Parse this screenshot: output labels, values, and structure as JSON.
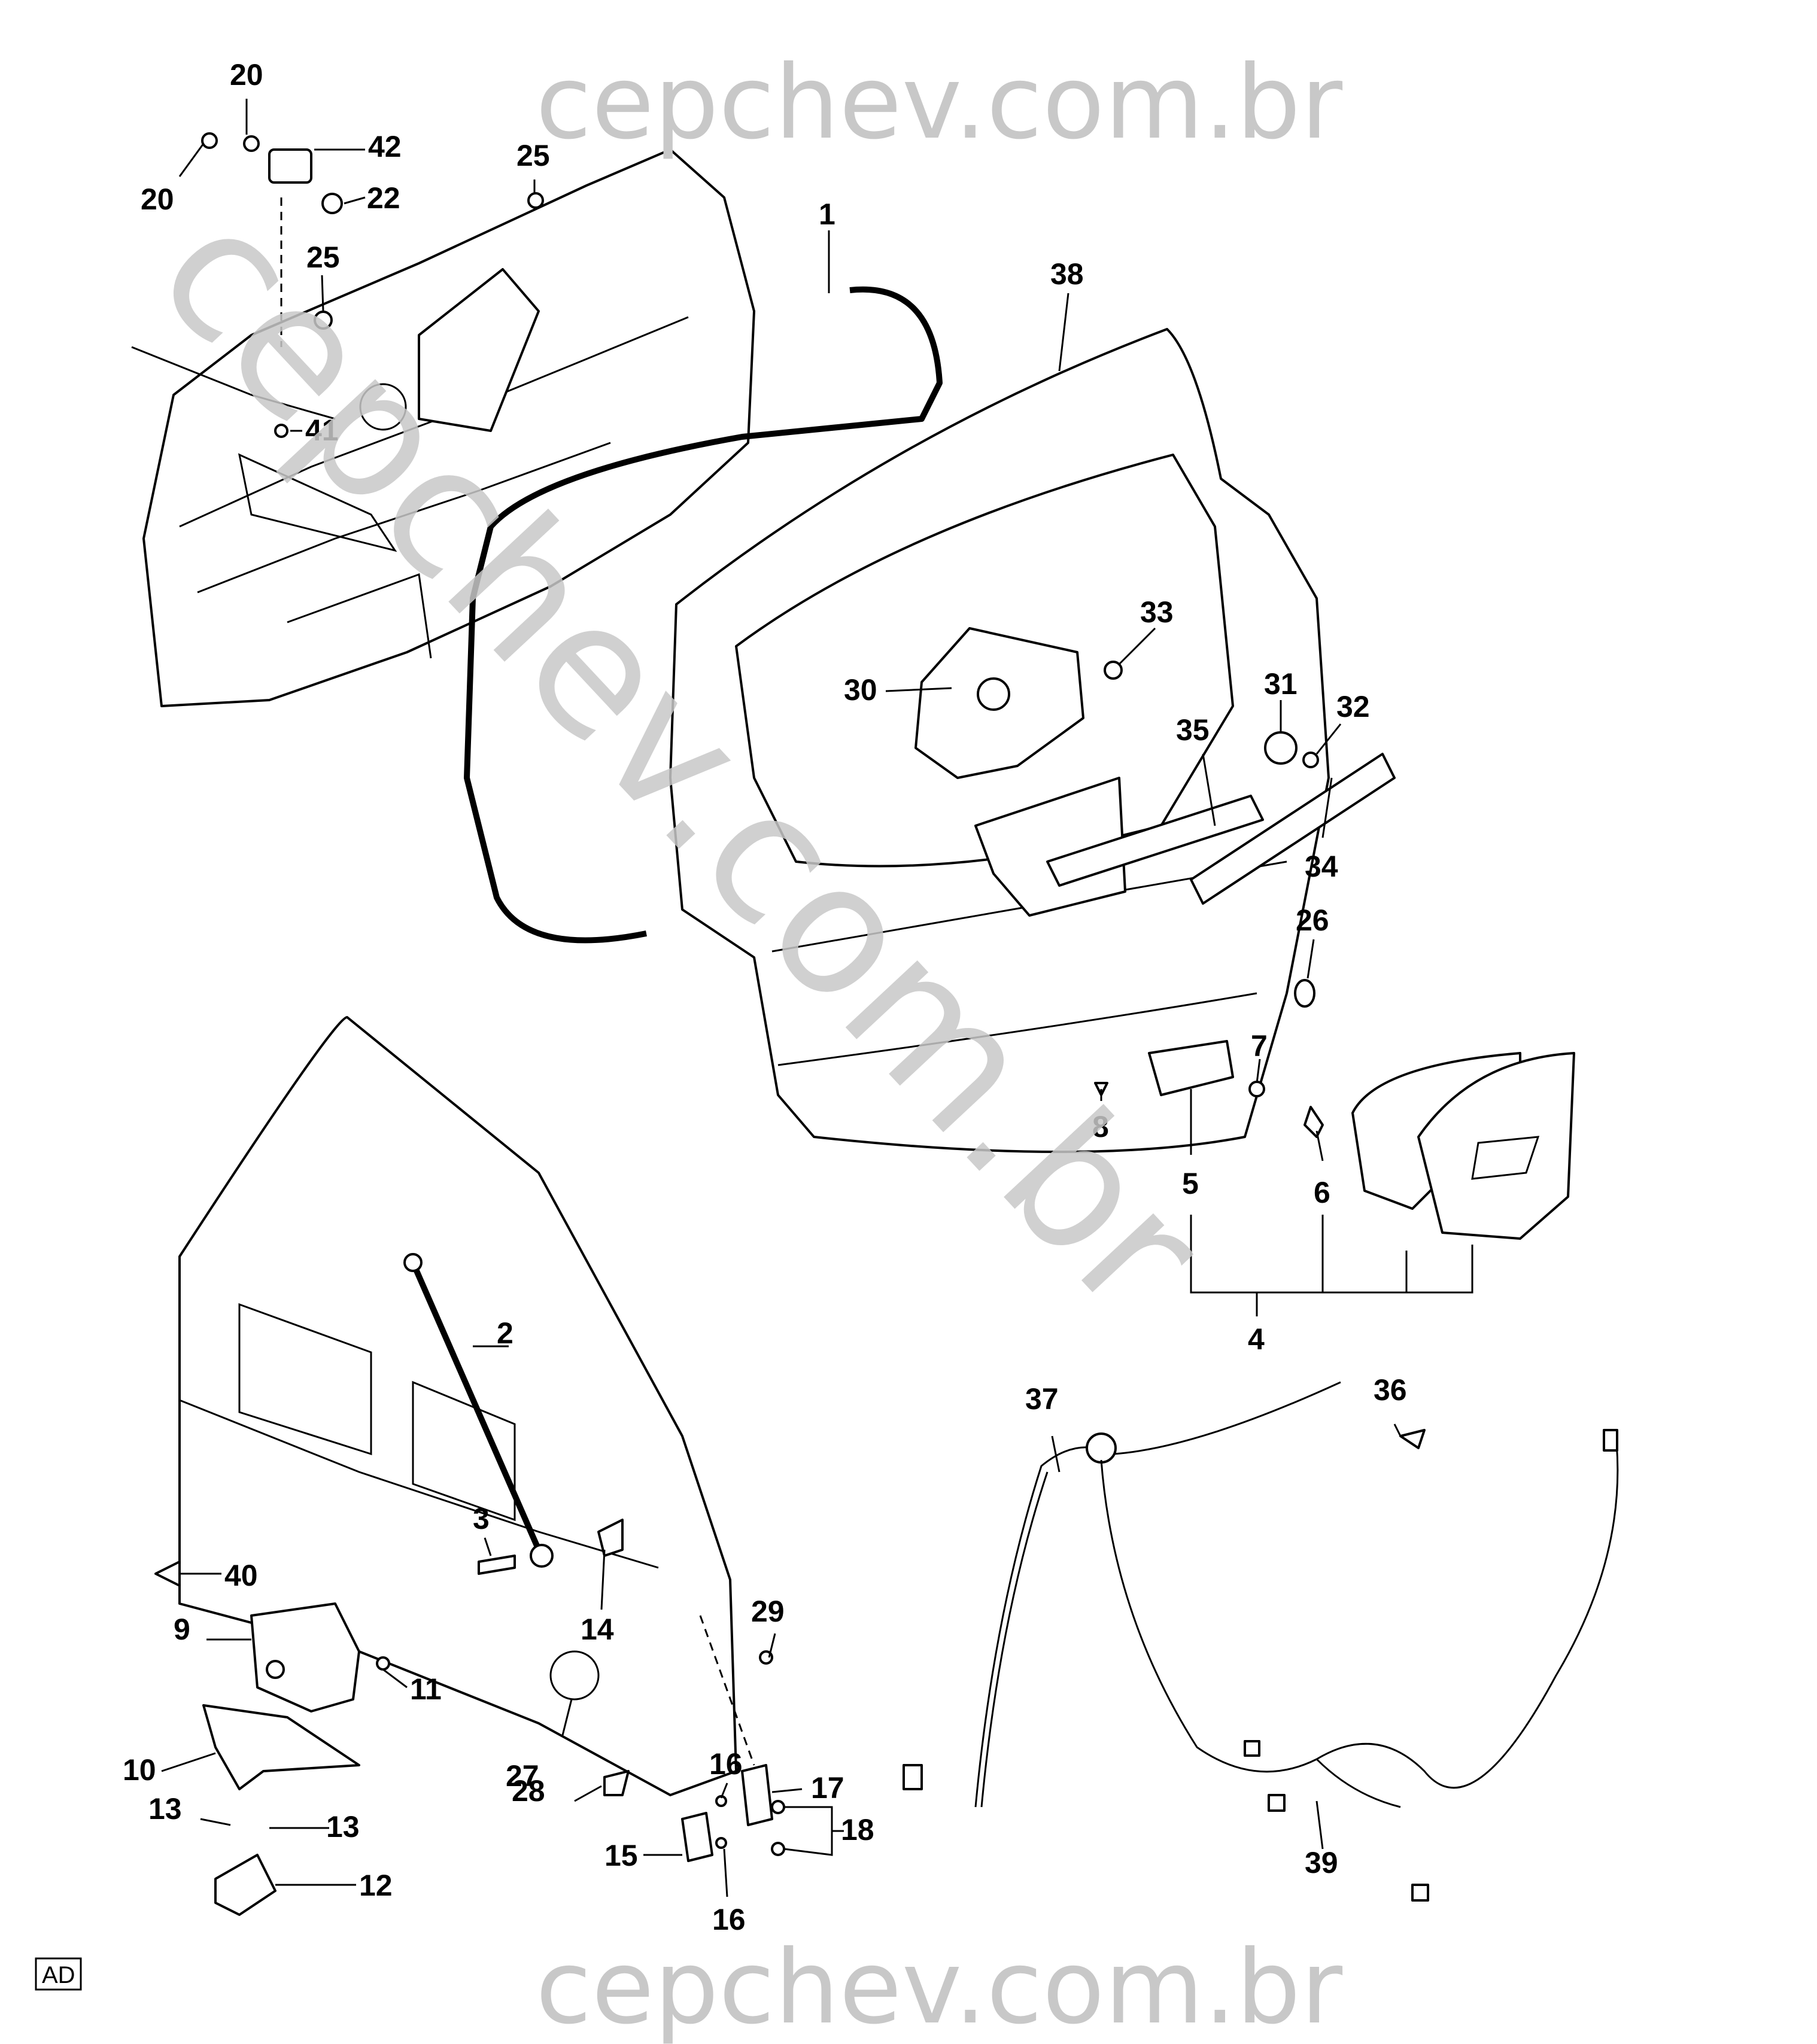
{
  "watermark_top": "cepchev.com.br",
  "watermark_bottom": "cepchev.com.br",
  "watermark_diagonal": "cepchev.com.br",
  "corner_code": "AD",
  "callouts": [
    "20",
    "20",
    "42",
    "22",
    "25",
    "25",
    "41",
    "1",
    "38",
    "33",
    "30",
    "31",
    "32",
    "35",
    "34",
    "26",
    "7",
    "8",
    "5",
    "6",
    "4",
    "2",
    "36",
    "37",
    "3",
    "40",
    "14",
    "9",
    "11",
    "29",
    "10",
    "27",
    "28",
    "16",
    "17",
    "13",
    "13",
    "18",
    "15",
    "16",
    "12",
    "39"
  ]
}
